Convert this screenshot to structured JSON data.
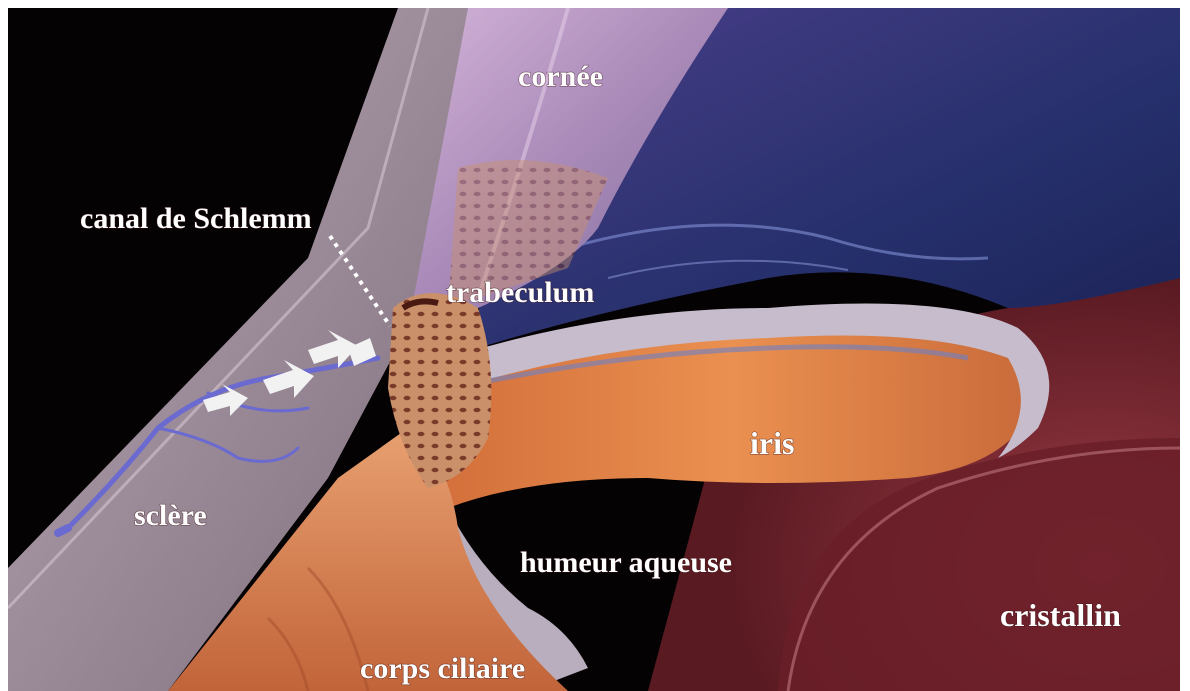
{
  "labels": {
    "cornee": "cornée",
    "canal": "canal de Schlemm",
    "trabeculum": "trabeculum",
    "iris": "iris",
    "sclere": "sclère",
    "humeur": "humeur aqueuse",
    "cristallin": "cristallin",
    "corps": "corps ciliaire"
  },
  "colors": {
    "background": "#050203",
    "cornea": "#a888b8",
    "sclera": "#9a8a98",
    "iris": "#e0864a",
    "lens": "#7a2a32",
    "anterior_chamber": "#2a2f6a",
    "vessels": "#6a6ad0"
  }
}
